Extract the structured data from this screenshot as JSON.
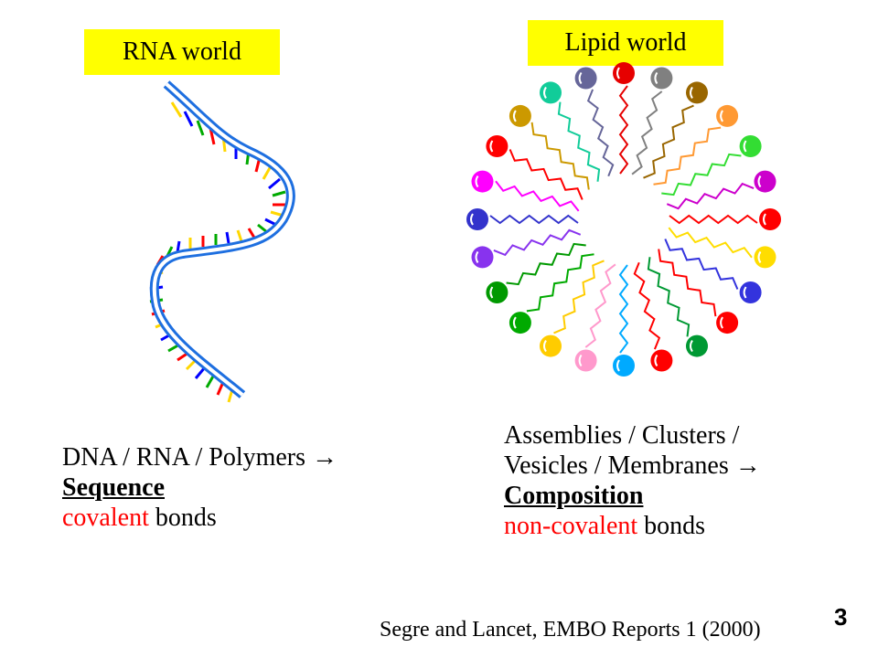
{
  "rna_world": {
    "tag": "RNA world",
    "line1": "DNA / RNA / Polymers →",
    "keyword": "Sequence",
    "bond_colored": "covalent",
    "bond_rest": " bonds"
  },
  "lipid_world": {
    "tag": "Lipid world",
    "line1": "Assemblies / Clusters /",
    "line2": "Vesicles / Membranes →",
    "keyword": "Composition",
    "bond_colored": "non-covalent",
    "bond_rest": " bonds"
  },
  "citation": "Segre and Lancet, EMBO Reports 1 (2000)",
  "slide_number": "3",
  "colors": {
    "tag_background": "#ffff00",
    "strand": "#1e6fe0",
    "bond_highlight": "#ff0000",
    "base_colors": [
      "#ff0000",
      "#00aa00",
      "#0000ff",
      "#ffd700"
    ],
    "lipid_colors": [
      "#e60000",
      "#808080",
      "#996600",
      "#ff9933",
      "#33dd33",
      "#cc00cc",
      "#ff0000",
      "#ffdd00",
      "#3333dd",
      "#ff0000",
      "#009933",
      "#ff0000",
      "#00aaff",
      "#ff99cc",
      "#ffcc00",
      "#00aa00",
      "#009900",
      "#8833ee",
      "#3333cc",
      "#ff00ff",
      "#ff0000",
      "#cc9900",
      "#11cc99",
      "#666699"
    ]
  }
}
